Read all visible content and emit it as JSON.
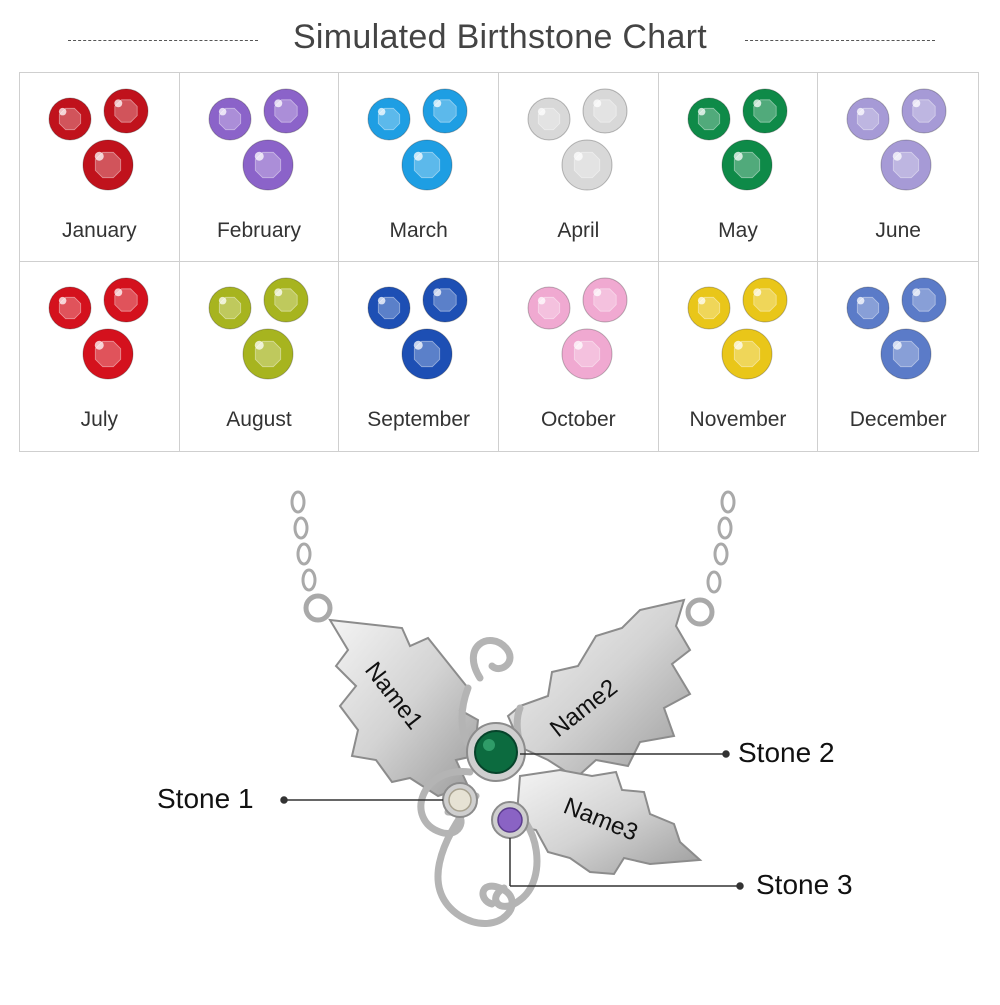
{
  "title": "Simulated Birthstone Chart",
  "months": [
    {
      "label": "January",
      "color": "#c0121c"
    },
    {
      "label": "February",
      "color": "#8b63c9"
    },
    {
      "label": "March",
      "color": "#1e9ee3"
    },
    {
      "label": "April",
      "color": "#d8d8d8"
    },
    {
      "label": "May",
      "color": "#0e8a48"
    },
    {
      "label": "June",
      "color": "#a69ad6"
    },
    {
      "label": "July",
      "color": "#d4111d"
    },
    {
      "label": "August",
      "color": "#a7b41f"
    },
    {
      "label": "September",
      "color": "#1d4fb4"
    },
    {
      "label": "October",
      "color": "#f0a9d1"
    },
    {
      "label": "November",
      "color": "#e9c619"
    },
    {
      "label": "December",
      "color": "#5b7bc8"
    }
  ],
  "pendant": {
    "engravings": [
      "Name1",
      "Name2",
      "Name3"
    ],
    "callouts": [
      "Stone 1",
      "Stone 2",
      "Stone 3"
    ],
    "stone_colors": [
      "#e6e2d4",
      "#0c6b3f",
      "#8a63c4"
    ]
  }
}
